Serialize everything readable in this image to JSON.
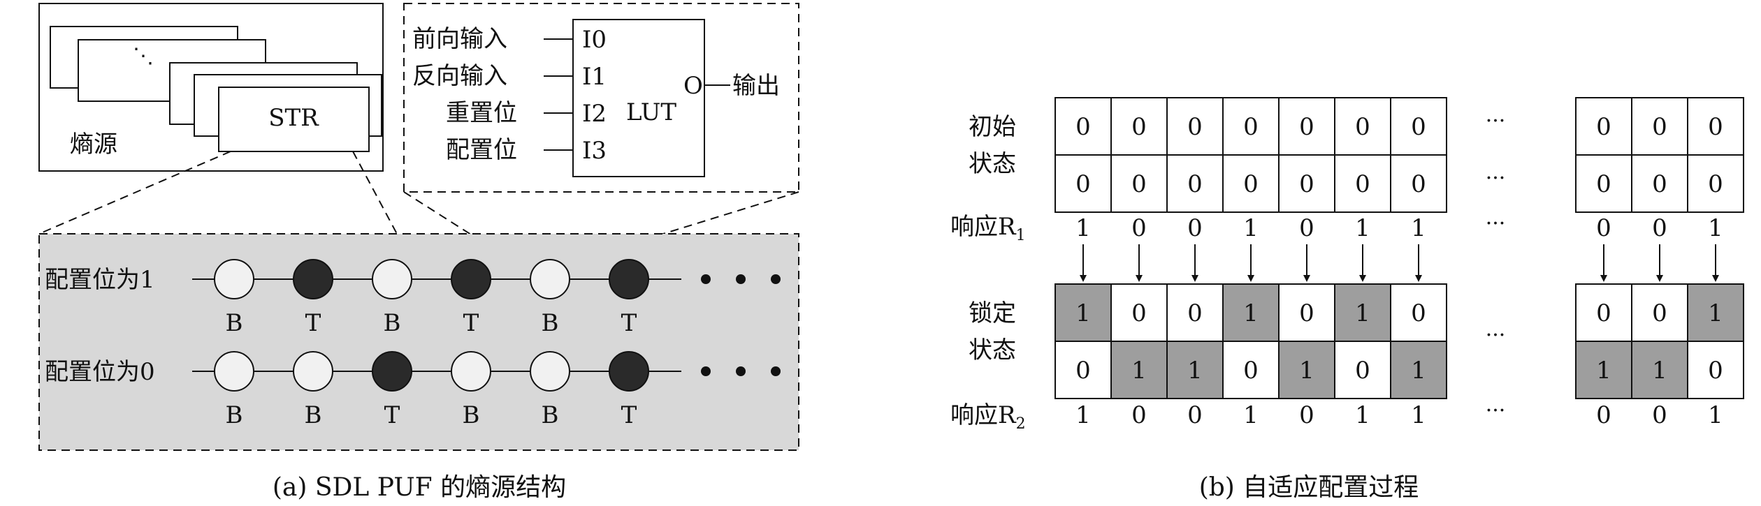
{
  "panel_a": {
    "entropy_label": "熵源",
    "str_label": "STR",
    "stack_dots": "⋱",
    "lut": {
      "inputs": [
        "前向输入",
        "反向输入",
        "重置位",
        "配置位"
      ],
      "pins": [
        "I0",
        "I1",
        "I2",
        "I3"
      ],
      "center_label": "LUT",
      "out_pin": "O",
      "out_label": "输出"
    },
    "rows": [
      {
        "label": "配置位为1",
        "states": [
          "B",
          "T",
          "B",
          "T",
          "B",
          "T"
        ]
      },
      {
        "label": "配置位为0",
        "states": [
          "B",
          "B",
          "T",
          "B",
          "B",
          "T"
        ]
      }
    ],
    "caption": "(a) SDL PUF 的熵源结构"
  },
  "panel_b": {
    "initial_label": [
      "初始",
      "状态"
    ],
    "locked_label": [
      "锁定",
      "状态"
    ],
    "r1_label": "响应R₁",
    "r2_label": "响应R₂",
    "r1_label_parts": {
      "text": "响应R",
      "sub": "1"
    },
    "r2_label_parts": {
      "text": "响应R",
      "sub": "2"
    },
    "ellipsis": "···",
    "initial_left": [
      [
        "0",
        "0",
        "0",
        "0",
        "0",
        "0",
        "0"
      ],
      [
        "0",
        "0",
        "0",
        "0",
        "0",
        "0",
        "0"
      ]
    ],
    "initial_right": [
      [
        "0",
        "0",
        "0"
      ],
      [
        "0",
        "0",
        "0"
      ]
    ],
    "r1_left": [
      "1",
      "0",
      "0",
      "1",
      "0",
      "1",
      "1"
    ],
    "r1_right": [
      "0",
      "0",
      "1"
    ],
    "locked_left": [
      [
        "1",
        "0",
        "0",
        "1",
        "0",
        "1",
        "0"
      ],
      [
        "0",
        "1",
        "1",
        "0",
        "1",
        "0",
        "1"
      ]
    ],
    "locked_right": [
      [
        "0",
        "0",
        "1"
      ],
      [
        "1",
        "1",
        "0"
      ]
    ],
    "r2_left": [
      "1",
      "0",
      "0",
      "1",
      "0",
      "1",
      "1"
    ],
    "r2_right": [
      "0",
      "0",
      "1"
    ],
    "caption": "(b) 自适应配置过程"
  },
  "colors": {
    "shade": "#d8d8d8",
    "cell_fill": "#9e9e9e",
    "dark_node": "#2a2a2a",
    "light_node": "#f1f1f1"
  }
}
